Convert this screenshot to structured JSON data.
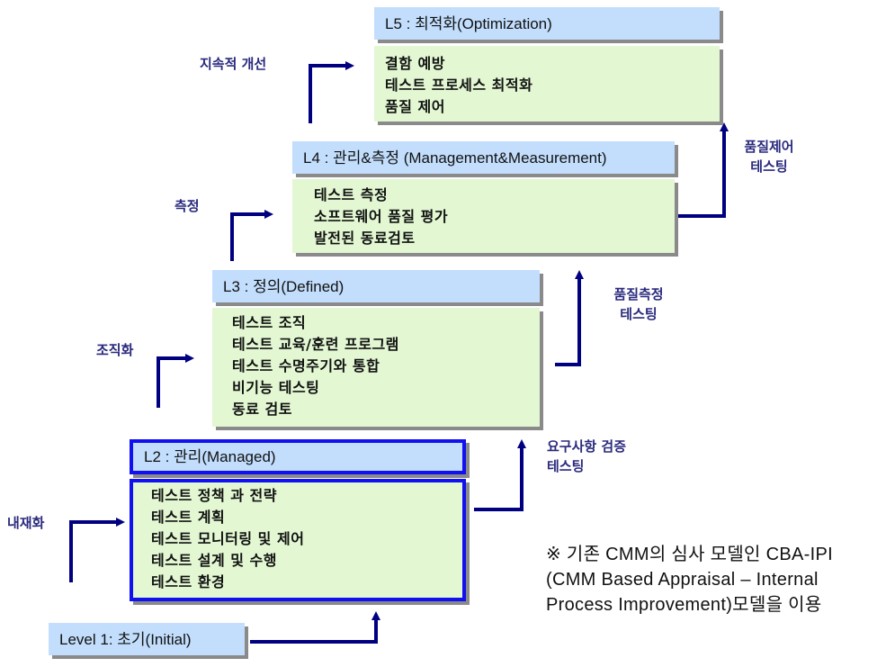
{
  "levels": {
    "l5": {
      "title": "L5 : 최적화(Optimization)",
      "items": [
        "결함 예방",
        "테스트 프로세스 최적화",
        "품질 제어"
      ]
    },
    "l4": {
      "title": "L4 : 관리&측정 (Management&Measurement)",
      "items": [
        "테스트 측정",
        "소프트웨어 품질 평가",
        "발전된 동료검토"
      ]
    },
    "l3": {
      "title": "L3 : 정의(Defined)",
      "items": [
        "테스트 조직",
        "테스트 교육/훈련 프로그램",
        "테스트 수명주기와 통합",
        "비기능 테스팅",
        "동료 검토"
      ]
    },
    "l2": {
      "title": "L2 : 관리(Managed)",
      "items": [
        "테스트 정책 과 전략",
        "테스트 계획",
        "테스트 모니터링 및 제어",
        "테스트 설계 및 수행",
        "테스트 환경"
      ]
    },
    "l1": {
      "title": "Level 1: 초기(Initial)"
    }
  },
  "transitions": {
    "to_l2": "내재화",
    "to_l3": "조직화",
    "to_l4": "측정",
    "to_l5": "지속적 개선"
  },
  "testing_labels": {
    "l2": [
      "요구사항 검증",
      "테스팅"
    ],
    "l3": [
      "품질측정",
      "테스팅"
    ],
    "l4": [
      "품질제어",
      "테스팅"
    ]
  },
  "note": {
    "lines": [
      "※ 기존 CMM의 심사 모델인 CBA-IPI",
      "(CMM Based Appraisal – Internal",
      "Process Improvement)모델을 이용"
    ]
  },
  "colors": {
    "header_fill": "#c2defc",
    "body_fill": "#e2f7d2",
    "arrow": "#000080",
    "l2_border": "#1010f0",
    "label_text": "#2a2a7e"
  }
}
